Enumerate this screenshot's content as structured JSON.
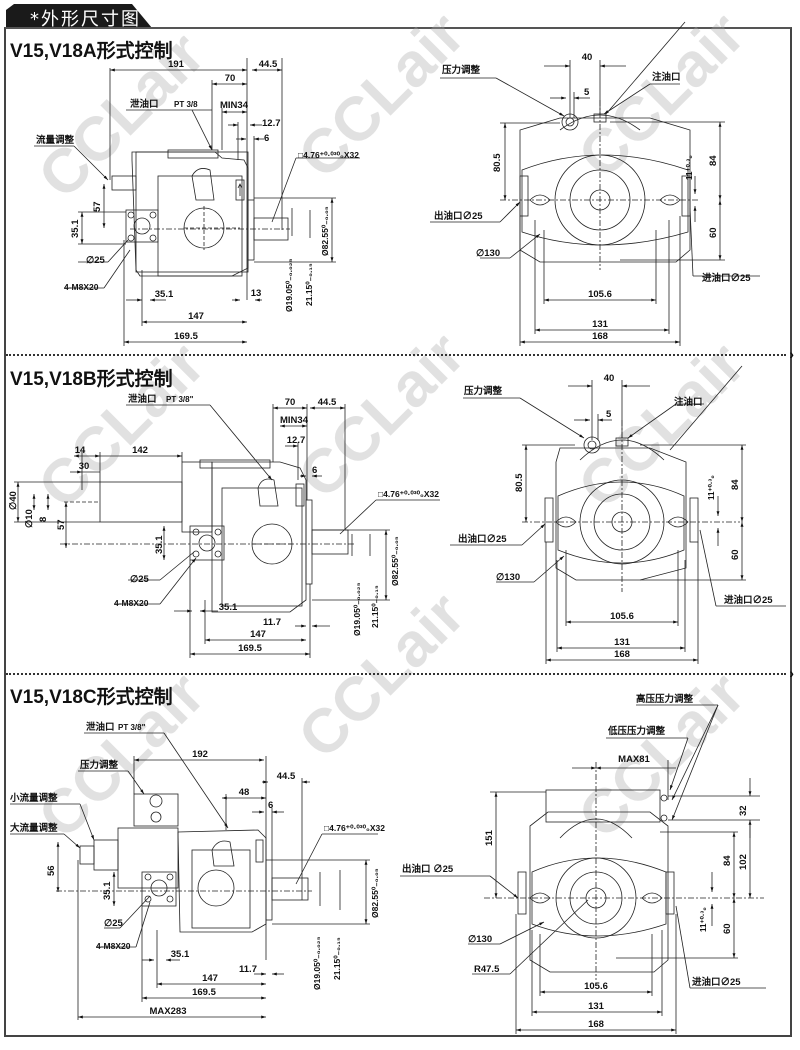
{
  "header": {
    "title": "*外形尺寸图"
  },
  "watermark": "CCLair",
  "sections": [
    {
      "title": "V15,V18A形式控制",
      "side_view": {
        "labels": {
          "drain_port": "泄油口",
          "drain_thread": "PT 3/8",
          "flow_adjust": "流量调整",
          "key": "□4.76⁺⁰·⁰³⁰₀X32",
          "port_dia": "∅25",
          "bolts": "4-M8X20"
        },
        "dims": {
          "overall": "191",
          "d70": "70",
          "d445": "44.5",
          "min34": "MIN34",
          "d127": "12.7",
          "d6": "6",
          "d57": "57",
          "d351v": "35.1",
          "d351h": "35.1",
          "d13": "13",
          "d147": "147",
          "d1695": "169.5",
          "shaft_dia": "Ø19.05⁰₋₀.₀₂₅",
          "shaft_key": "21.15⁰₋₀.₁₅",
          "pilot_dia": "Ø82.55⁰₋₀.₀₅"
        }
      },
      "front_view": {
        "labels": {
          "pressure_adjust": "压力调整",
          "fill_port": "注油口",
          "outlet": "出油口∅25",
          "inlet": "进油口∅25",
          "body_dia": "∅130"
        },
        "dims": {
          "d40": "40",
          "d5": "5",
          "d805": "80.5",
          "d84": "84",
          "d60": "60",
          "d11": "11⁺⁰·³₀",
          "d1056": "105.6",
          "d131": "131",
          "d168": "168"
        }
      }
    },
    {
      "title": "V15,V18B形式控制",
      "side_view": {
        "labels": {
          "drain_port": "泄油口",
          "drain_thread": "PT 3/8\"",
          "key": "□4.76⁺⁰·⁰³⁰₀X32",
          "port_dia": "∅25",
          "bolts": "4-M8X20"
        },
        "dims": {
          "d70": "70",
          "d445": "44.5",
          "min34": "MIN34",
          "d127": "12.7",
          "d6": "6",
          "d14": "14",
          "d142": "142",
          "d30": "30",
          "d40": "∅40",
          "d10": "∅10",
          "d8": "8",
          "d57": "57",
          "d351v": "35.1",
          "d351h": "35.1",
          "d117": "11.7",
          "d147": "147",
          "d1695": "169.5",
          "shaft_dia": "Ø19.05⁰₋₀.₀₂₅",
          "shaft_key": "21.15⁰₋₀.₁₅",
          "pilot_dia": "Ø82.55⁰₋₀.₀₅"
        }
      },
      "front_view": {
        "labels": {
          "pressure_adjust": "压力调整",
          "fill_port": "注油口",
          "outlet": "出油口∅25",
          "inlet": "进油口∅25",
          "body_dia": "∅130"
        },
        "dims": {
          "d40": "40",
          "d5": "5",
          "d805": "80.5",
          "d84": "84",
          "d60": "60",
          "d11": "11⁺⁰·³₀",
          "d1056": "105.6",
          "d131": "131",
          "d168": "168"
        }
      }
    },
    {
      "title": "V15,V18C形式控制",
      "side_view": {
        "labels": {
          "drain_port": "泄油口",
          "drain_thread": "PT 3/8\"",
          "pressure_adjust": "压力调整",
          "small_flow_adjust": "小流量调整",
          "large_flow_adjust": "大流量调整",
          "key": "□4.76⁺⁰·⁰³⁰₀X32",
          "port_dia": "∅25",
          "bolts": "4-M8X20"
        },
        "dims": {
          "d192": "192",
          "d445": "44.5",
          "d48": "48",
          "d6": "6",
          "d56": "56",
          "d351v": "35.1",
          "d351h": "35.1",
          "d117": "11.7",
          "d147": "147",
          "d1695": "169.5",
          "max283": "MAX283",
          "shaft_dia": "Ø19.05⁰₋₀.₀₂₅",
          "shaft_key": "21.15⁰₋₀.₁₅",
          "pilot_dia": "Ø82.55⁰₋₀.₀₅"
        }
      },
      "front_view": {
        "labels": {
          "high_pressure_adjust": "高压压力调整",
          "low_pressure_adjust": "低压压力调整",
          "outlet": "出油口  ∅25",
          "inlet": "进油口∅25",
          "body_dia": "∅130",
          "radius": "R47.5"
        },
        "dims": {
          "max81": "MAX81",
          "d151": "151",
          "d32": "32",
          "d84": "84",
          "d102": "102",
          "d60": "60",
          "d11": "11⁺⁰·³₀",
          "d1056": "105.6",
          "d131": "131",
          "d168": "168"
        }
      }
    }
  ]
}
